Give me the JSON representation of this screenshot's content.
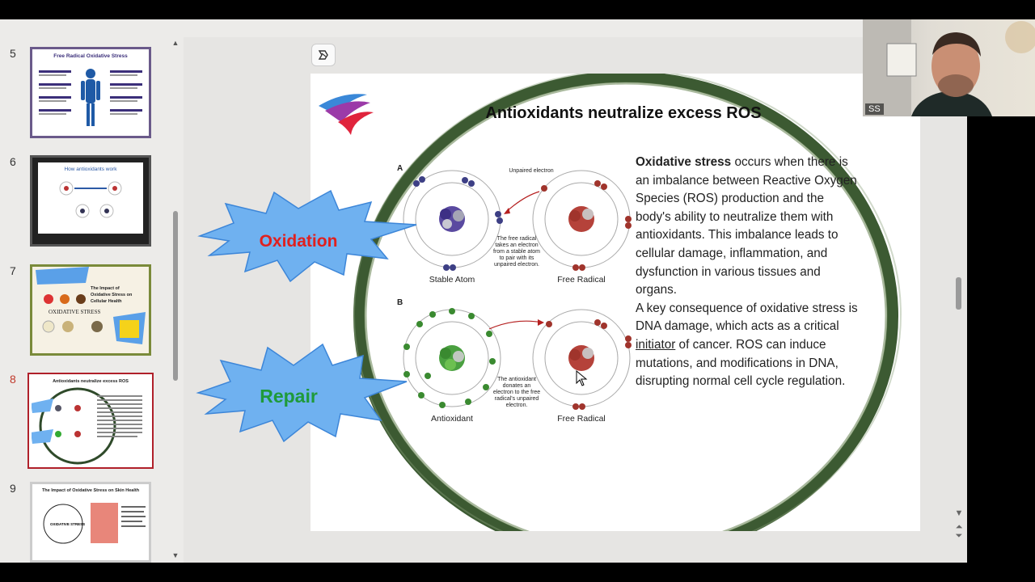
{
  "thumbnails": [
    {
      "num": "5",
      "title": "Free Radical Oxidative Stress",
      "active": false
    },
    {
      "num": "6",
      "title": "How antioxidants work",
      "active": false
    },
    {
      "num": "7",
      "title": "The Impact of Oxidative Stress on Cellular Health",
      "active": false
    },
    {
      "num": "8",
      "title": "Antioxidants neutralize excess ROS",
      "active": true
    },
    {
      "num": "9",
      "title": "The Impact of Oxidative Stress on Skin Health",
      "active": false
    }
  ],
  "slide": {
    "title": "Antioxidants neutralize excess ROS",
    "callout_oxidation": "Oxidation",
    "callout_repair": "Repair",
    "diagram": {
      "label_a": "A",
      "label_b": "B",
      "unpaired_electron": "Unpaired electron",
      "caption_a": [
        "The free radical",
        "takes an electron",
        "from a stable atom",
        "to pair with its",
        "unpaired electron."
      ],
      "caption_b": [
        "The antioxidant",
        "donates an",
        "electron to the free",
        "radical's unpaired",
        "electron."
      ],
      "stable_atom": "Stable Atom",
      "free_radical_a": "Free Radical",
      "antioxidant": "Antioxidant",
      "free_radical_b": "Free Radical"
    },
    "body": {
      "p1_bold": "Oxidative stress",
      "p1_rest": " occurs when there is an imbalance between Reactive Oxygen Species (ROS) production and the body's ability to neutralize them with antioxidants. This imbalance leads to cellular damage, inflammation, and dysfunction in various tissues and organs.",
      "p2_start": "A key consequence of oxidative stress is DNA damage, which acts as a critical ",
      "p2_underline": "initiator",
      "p2_end": " of cancer. ROS can induce mutations, and modifications in DNA, disrupting normal cell cycle regulation."
    }
  },
  "webcam": {
    "initials": "SS"
  },
  "colors": {
    "oxidation_text": "#e0201f",
    "repair_text": "#1f9a3a",
    "starburst": "#6fb1f0",
    "active_border": "#b0202a"
  }
}
